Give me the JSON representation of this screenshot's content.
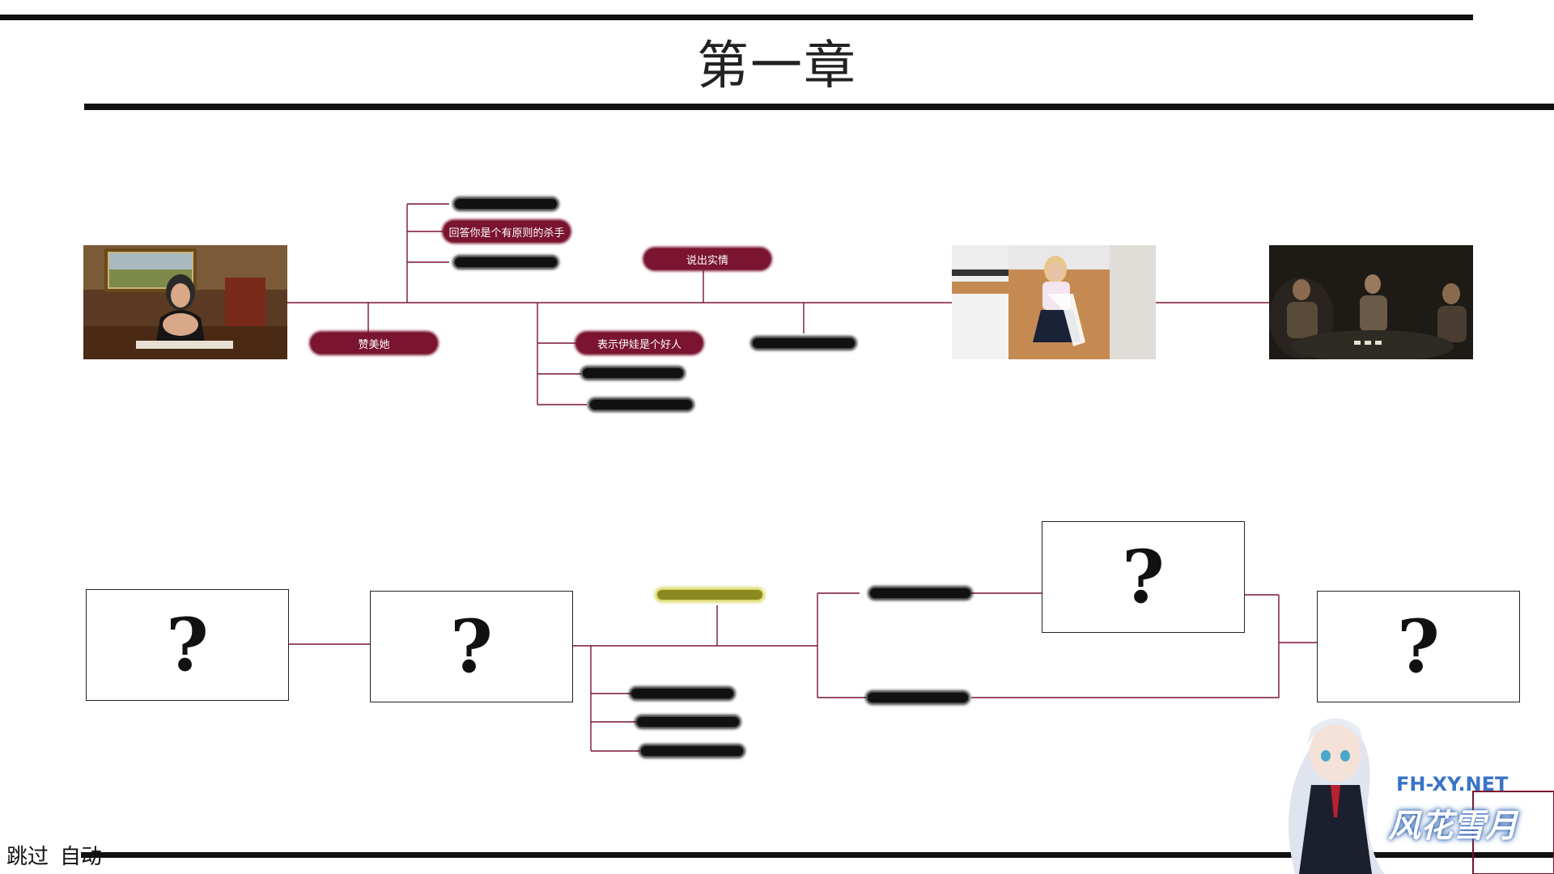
{
  "page": {
    "title": "第一章"
  },
  "nodes": {
    "scene1": {
      "name": "office-woman-scene"
    },
    "scene2": {
      "name": "blonde-chair-scene"
    },
    "scene3": {
      "name": "card-table-scene"
    },
    "locked_symbol": "?"
  },
  "choices": {
    "answer_principled_killer": "回答你是个有原则的杀手",
    "tell_truth": "说出实情",
    "praise_her": "赞美她",
    "eva_good_person": "表示伊娃是个好人"
  },
  "controls": {
    "skip": "跳过",
    "auto": "自动"
  },
  "watermark": {
    "site": "FH-XY.NET",
    "name": "风花雪月"
  },
  "colors": {
    "accent": "#7a1430",
    "line": "#7a1430",
    "bar": "#111111"
  }
}
